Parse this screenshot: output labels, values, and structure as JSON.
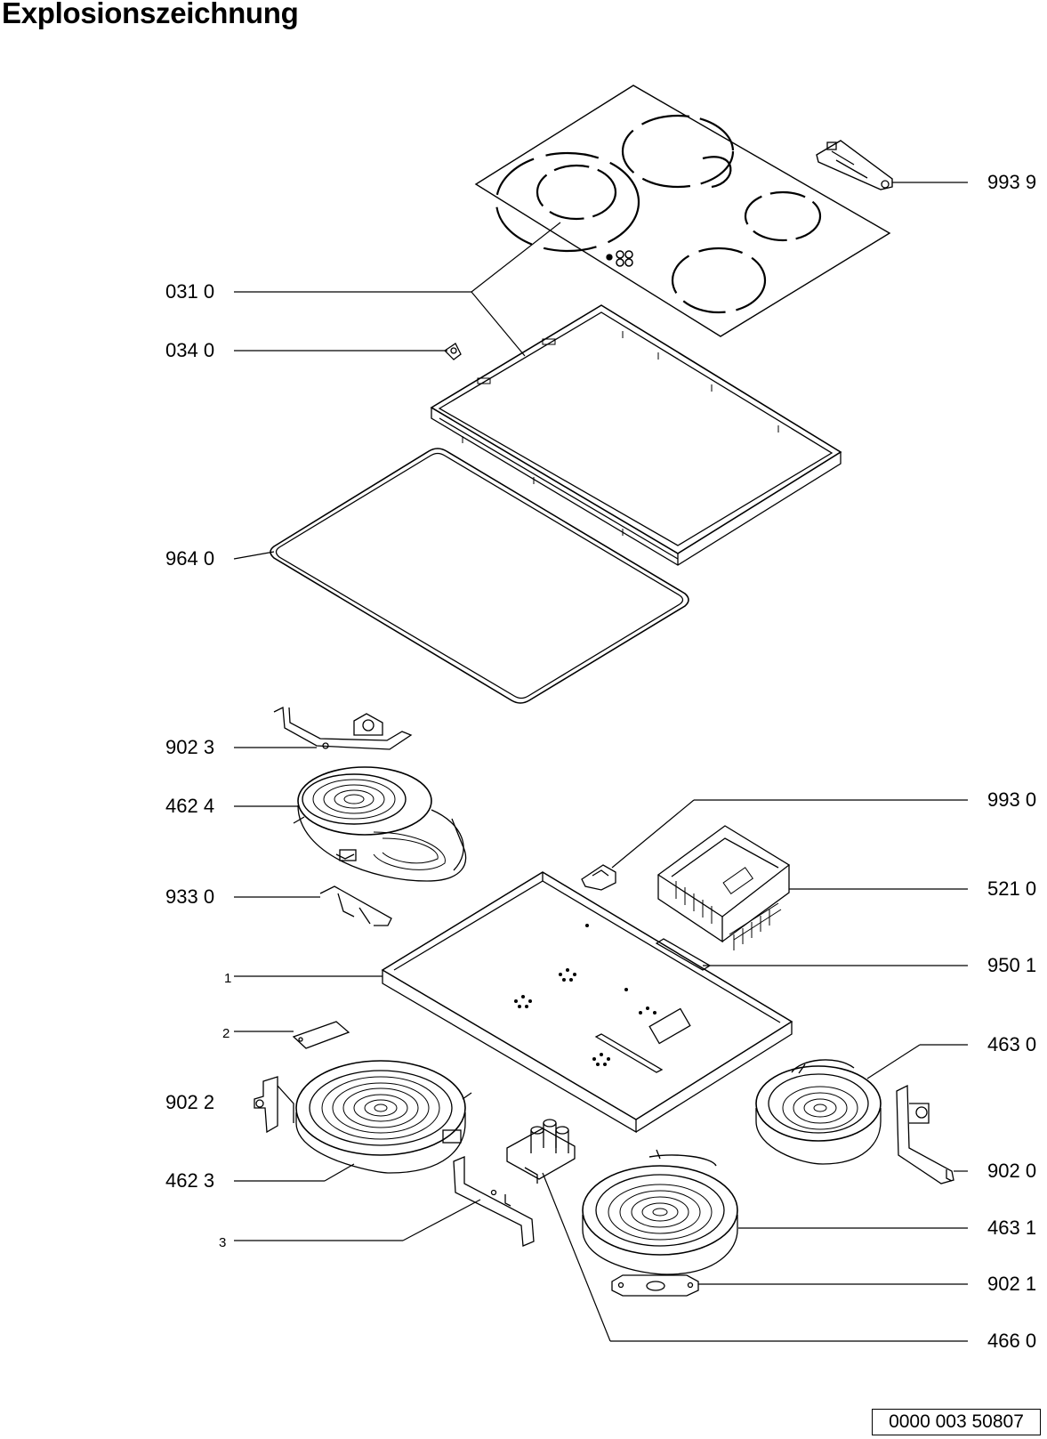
{
  "title": "Explosionszeichnung",
  "document_number": "0000 003 50807",
  "parts_left": [
    {
      "id": "031",
      "label": "031 0"
    },
    {
      "id": "034",
      "label": "034 0"
    },
    {
      "id": "964",
      "label": "964 0"
    },
    {
      "id": "902_3",
      "label": "902 3"
    },
    {
      "id": "462_4",
      "label": "462 4"
    },
    {
      "id": "933",
      "label": "933 0"
    },
    {
      "id": "p1",
      "label": "1"
    },
    {
      "id": "p2",
      "label": "2"
    },
    {
      "id": "902_2",
      "label": "902 2"
    },
    {
      "id": "462_3",
      "label": "462 3"
    },
    {
      "id": "p3",
      "label": "3"
    }
  ],
  "parts_right": [
    {
      "id": "993_9",
      "label": "993 9"
    },
    {
      "id": "993_0",
      "label": "993 0"
    },
    {
      "id": "521",
      "label": "521 0"
    },
    {
      "id": "950",
      "label": "950 1"
    },
    {
      "id": "463_0",
      "label": "463 0"
    },
    {
      "id": "902_0",
      "label": "902 0"
    },
    {
      "id": "463_1",
      "label": "463 1"
    },
    {
      "id": "902_1",
      "label": "902 1"
    },
    {
      "id": "466",
      "label": "466 0"
    }
  ]
}
